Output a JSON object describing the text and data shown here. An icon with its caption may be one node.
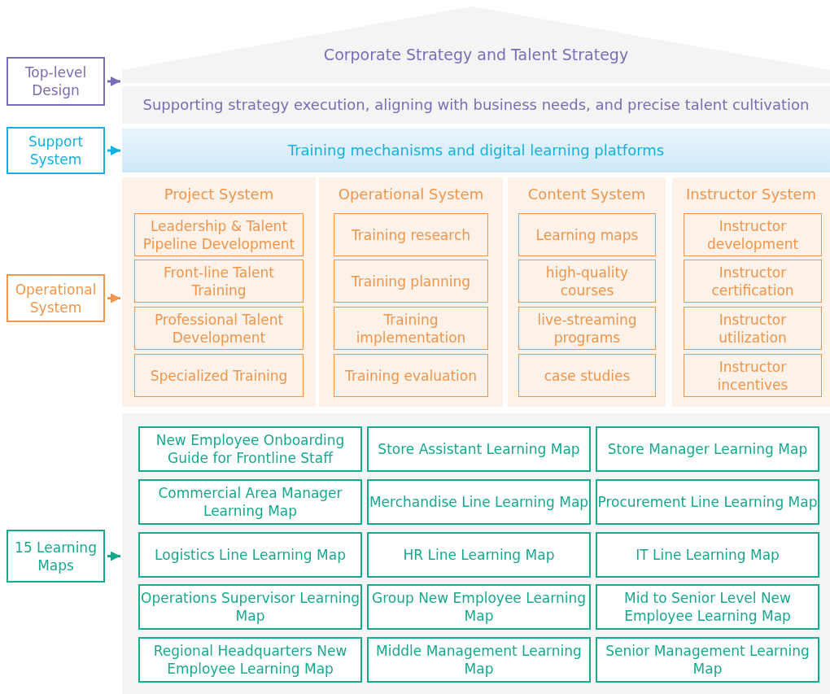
{
  "diagram": {
    "nodes": [
      {
        "text": [
          "Top-level Design"
        ]
      },
      {
        "text": [
          "Support System"
        ]
      },
      {
        "text": [
          "Operational System"
        ]
      },
      {
        "text": [
          "15 Learning Maps"
        ]
      },
      {
        "text": [
          "Corporate Strategy and Talent Strategy"
        ]
      },
      {
        "text": [
          "Supporting strategy execution, aligning with business needs, and precise talent cultivation"
        ]
      },
      {
        "text": [
          "Training mechanisms and digital learning platforms"
        ]
      },
      {
        "text": [
          "Project System"
        ]
      },
      {
        "text": [
          "Leadership & Talent Pipeline Development"
        ],
        "in": 7
      },
      {
        "text": [
          "Front-line Talent Training"
        ],
        "in": 7
      },
      {
        "text": [
          "Professional Talent Development"
        ],
        "in": 7
      },
      {
        "text": [
          "Specialized Training"
        ],
        "in": 7
      },
      {
        "text": [
          "Operational System"
        ]
      },
      {
        "text": [
          "Training research"
        ],
        "in": 12
      },
      {
        "text": [
          "Training planning"
        ],
        "in": 12
      },
      {
        "text": [
          "Training implementation"
        ],
        "in": 12
      },
      {
        "text": [
          "Training evaluation"
        ],
        "in": 12
      },
      {
        "text": [
          "Content System"
        ]
      },
      {
        "text": [
          "Learning maps"
        ],
        "in": 17
      },
      {
        "text": [
          "high-quality courses"
        ],
        "in": 17
      },
      {
        "text": [
          "live-streaming programs"
        ],
        "in": 17
      },
      {
        "text": [
          "case studies"
        ],
        "in": 17
      },
      {
        "text": [
          "Instructor System"
        ]
      },
      {
        "text": [
          "Instructor development"
        ],
        "in": 22
      },
      {
        "text": [
          "Instructor certification"
        ],
        "in": 22
      },
      {
        "text": [
          "Instructor utilization"
        ],
        "in": 22
      },
      {
        "text": [
          "Instructor incentives"
        ],
        "in": 22
      },
      {
        "text": [],
        "shape": "box"
      },
      {
        "text": [
          "New Employee Onboarding Guide for Frontline Staff"
        ],
        "in": 27
      },
      {
        "text": [
          "Store Assistant Learning Map"
        ],
        "in": 27
      },
      {
        "text": [
          "Store Manager Learning Map"
        ],
        "in": 27
      },
      {
        "text": [
          "Commercial Area Manager Learning Map"
        ],
        "in": 27
      },
      {
        "text": [
          "Merchandise Line Learning Map"
        ],
        "in": 27
      },
      {
        "text": [
          "Procurement Line Learning Map"
        ],
        "in": 27
      },
      {
        "text": [
          "Logistics Line Learning Map"
        ],
        "in": 27
      },
      {
        "text": [
          "HR Line Learning Map"
        ],
        "in": 27
      },
      {
        "text": [
          "IT Line Learning Map"
        ],
        "in": 27
      },
      {
        "text": [
          "Operations Supervisor Learning Map"
        ],
        "in": 27
      },
      {
        "text": [
          "Group New Employee Learning Map"
        ],
        "in": 27
      },
      {
        "text": [
          "Mid to Senior Level New Employee Learning Map"
        ],
        "in": 27
      },
      {
        "text": [
          "Regional Headquarters New Employee Learning Map"
        ],
        "in": 27
      },
      {
        "text": [
          "Middle Management Learning Map"
        ],
        "in": 27
      },
      {
        "text": [
          "Senior Management Learning Map"
        ],
        "in": 27
      }
    ],
    "edges": [
      {
        "from": 0,
        "to": 4,
        "arrow": "to",
        "color": "#7a6cb5"
      },
      {
        "from": 1,
        "to": 6,
        "arrow": "to",
        "color": "#14b1e0"
      },
      {
        "from": 2,
        "to": 7,
        "arrow": "to",
        "color": "#f0954a"
      },
      {
        "from": 3,
        "to": 27,
        "arrow": "to",
        "color": "#17a88e"
      }
    ]
  }
}
